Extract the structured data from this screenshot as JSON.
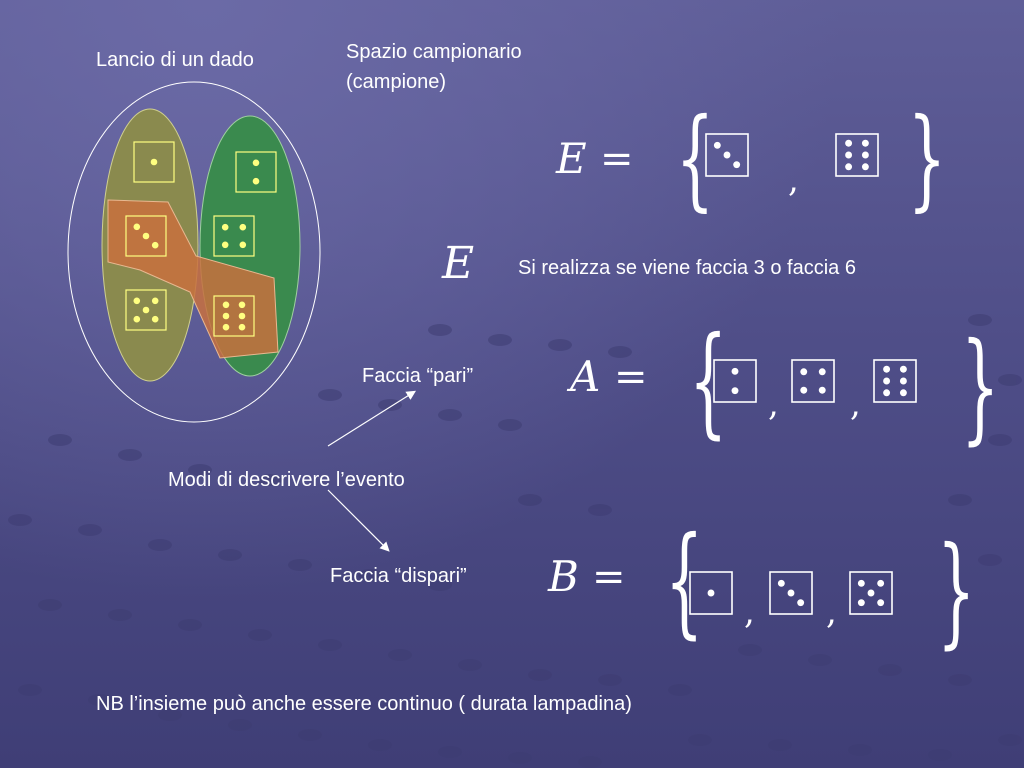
{
  "labels": {
    "roll": "Lancio di un dado",
    "sample_space_line1": "Spazio campionario",
    "sample_space_line2": "(campione)",
    "event_description": "Si realizza se viene faccia 3 o faccia 6",
    "even_face": "Faccia “pari”",
    "ways": "Modi di descrivere l’evento",
    "odd_face": "Faccia “dispari”",
    "note": "NB  l’insieme può anche essere continuo ( durata lampadina)"
  },
  "sets": {
    "E": {
      "symbol": "E",
      "eq": "=",
      "faces": [
        3,
        6
      ]
    },
    "E_event": {
      "symbol": "E"
    },
    "A": {
      "symbol": "A",
      "eq": "=",
      "faces": [
        2,
        4,
        6
      ]
    },
    "B": {
      "symbol": "B",
      "eq": "=",
      "faces": [
        1,
        3,
        5
      ]
    }
  },
  "diagram": {
    "left_ellipse_faces": [
      1,
      3,
      5
    ],
    "right_ellipse_faces": [
      2,
      4,
      6
    ],
    "colors": {
      "odd_ellipse": "#8a8a4e",
      "even_ellipse": "#3a8a4e",
      "event_region": "#c8703e",
      "dot": "#ffff80",
      "outline": "#ffffff"
    }
  },
  "separator": ","
}
